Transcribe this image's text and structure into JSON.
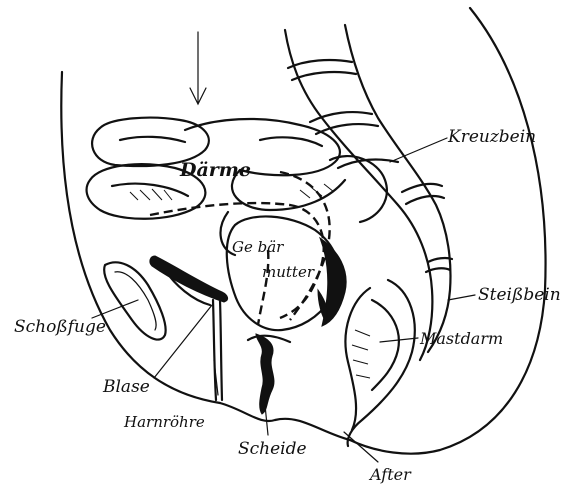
{
  "labels": {
    "kreuzbein": "Kreuzbein",
    "daerme": "Därme",
    "gebaermutter_1": "Ge bär",
    "gebaermutter_2": "mutter",
    "steissbein": "Steißbein",
    "schossfuge": "Schoßfuge",
    "mastdarm": "Mastdarm",
    "blase": "Blase",
    "harnroehre": "Harnröhre",
    "scheide": "Scheide",
    "after": "After"
  },
  "colors": {
    "ink": "#111111",
    "paper": "#ffffff"
  }
}
